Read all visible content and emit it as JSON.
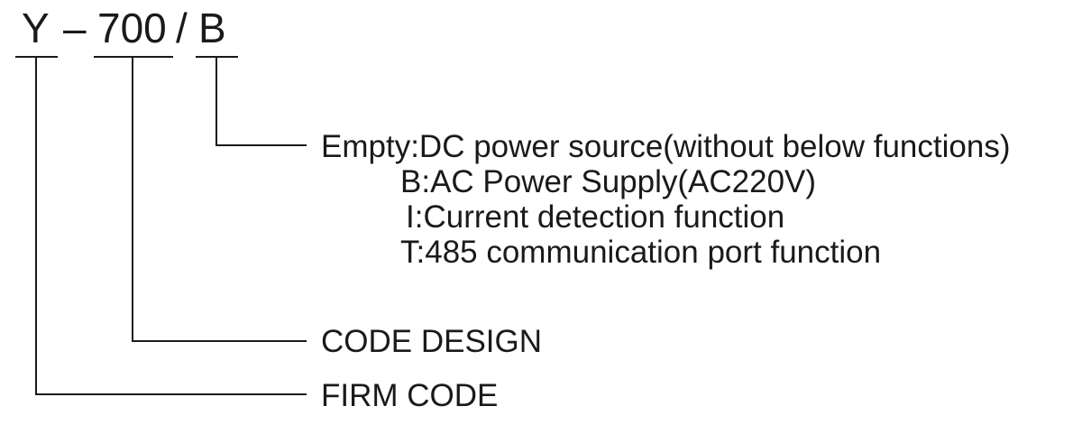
{
  "model_code": {
    "prefix": "Y",
    "dash": "–",
    "code": "700",
    "slash": "/",
    "suffix": "B"
  },
  "options": {
    "empty": "Empty:DC power source(without below functions)",
    "b": "B:AC Power Supply(AC220V)",
    "i": "I:Current detection function",
    "t": "T:485 communication port function"
  },
  "code_design": "CODE DESIGN",
  "firm_code": "FIRM CODE"
}
